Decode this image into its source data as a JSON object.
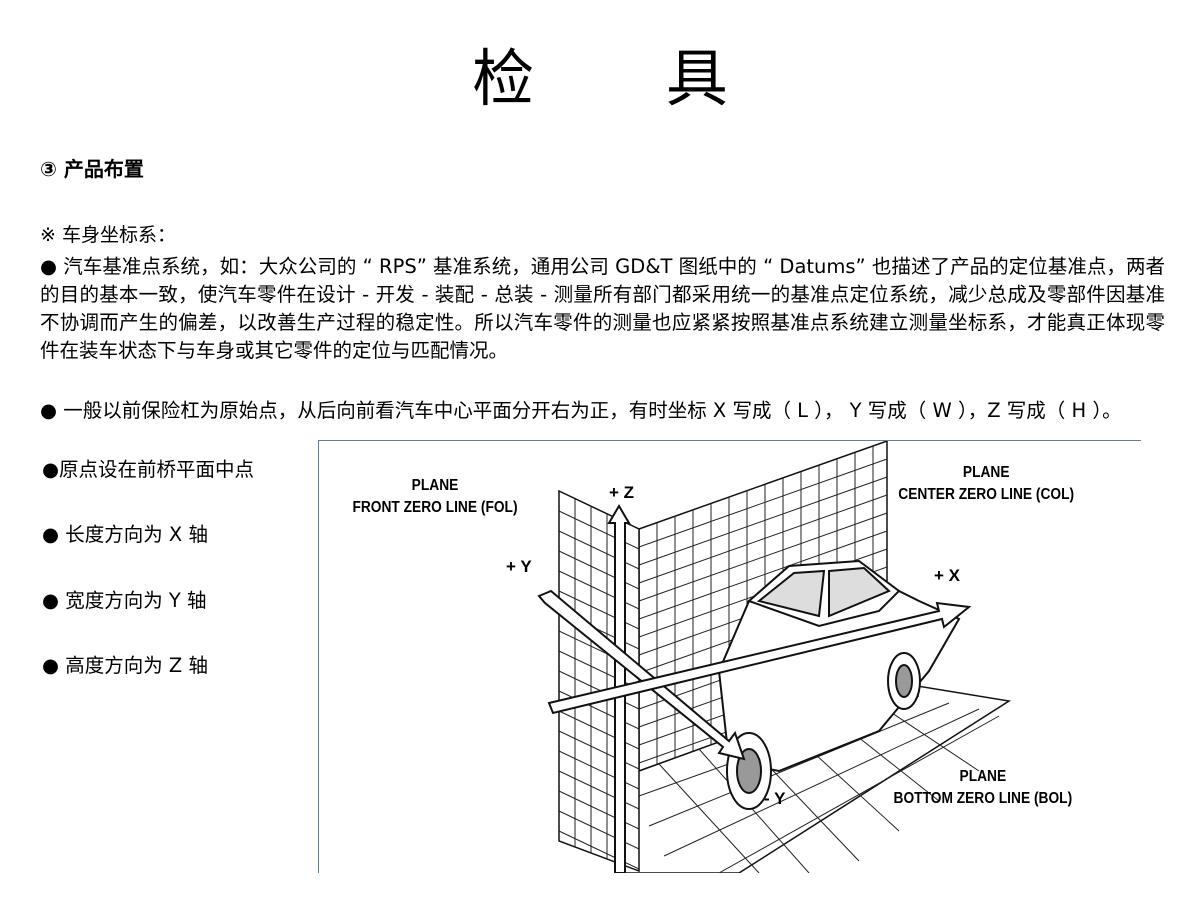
{
  "title": "检 具",
  "section": "③ 产品布置",
  "subhead": "※ 车身坐标系：",
  "paragraphs": [
    "● 汽车基准点系统，如：大众公司的 “ RPS” 基准系统，通用公司 GD&T  图纸中的 “ Datums” 也描述了产品的定位基准点，两者的目的基本一致，使汽车零件在设计 - 开发 - 装配 - 总装 - 测量所有部门都采用统一的基准点定位系统，减少总成及零部件因基准不协调而产生的偏差，以改善生产过程的稳定性。所以汽车零件的测量也应紧紧按照基准点系统建立测量坐标系，才能真正体现零件在装车状态下与车身或其它零件的定位与匹配情况。",
    "● 一般以前保险杠为原始点，从后向前看汽车中心平面分开右为正，有时坐标 X  写成（ L ）， Y  写成（ W ），Z  写成（ H ）。"
  ],
  "bullets": [
    "●原点设在前桥平面中点",
    "● 长度方向为   X  轴",
    "● 宽度方向为   Y  轴",
    "● 高度方向为   Z  轴"
  ],
  "figure": {
    "fol_label": [
      "PLANE",
      "FRONT ZERO LINE (FOL)"
    ],
    "col_label": [
      "PLANE",
      "CENTER ZERO LINE (COL)"
    ],
    "bol_label": [
      "PLANE",
      "BOTTOM ZERO LINE (BOL)"
    ],
    "axis_plus_z": "+ Z",
    "axis_plus_y": "+ Y",
    "axis_plus_x": "+ X",
    "axis_minus_y": "- Y"
  }
}
